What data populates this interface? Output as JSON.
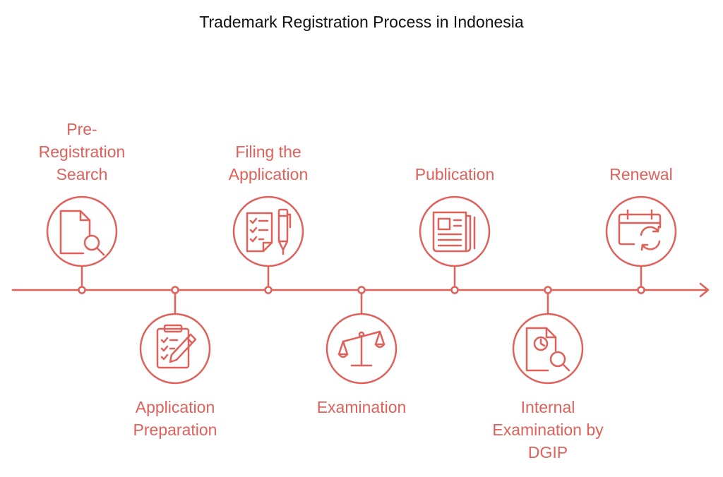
{
  "title": "Trademark Registration Process in Indonesia",
  "accent_color": "#e0605a",
  "steps": [
    {
      "label": "Pre-\nRegistration\nSearch",
      "icon": "document-search-icon"
    },
    {
      "label": "Application\nPreparation",
      "icon": "clipboard-checklist-pencil-icon"
    },
    {
      "label": "Filing the\nApplication",
      "icon": "checklist-pen-icon"
    },
    {
      "label": "Examination",
      "icon": "balance-scale-icon"
    },
    {
      "label": "Publication",
      "icon": "newspaper-icon"
    },
    {
      "label": "Internal\nExamination by\nDGIP",
      "icon": "document-clock-search-icon"
    },
    {
      "label": "Renewal",
      "icon": "calendar-refresh-icon"
    }
  ]
}
